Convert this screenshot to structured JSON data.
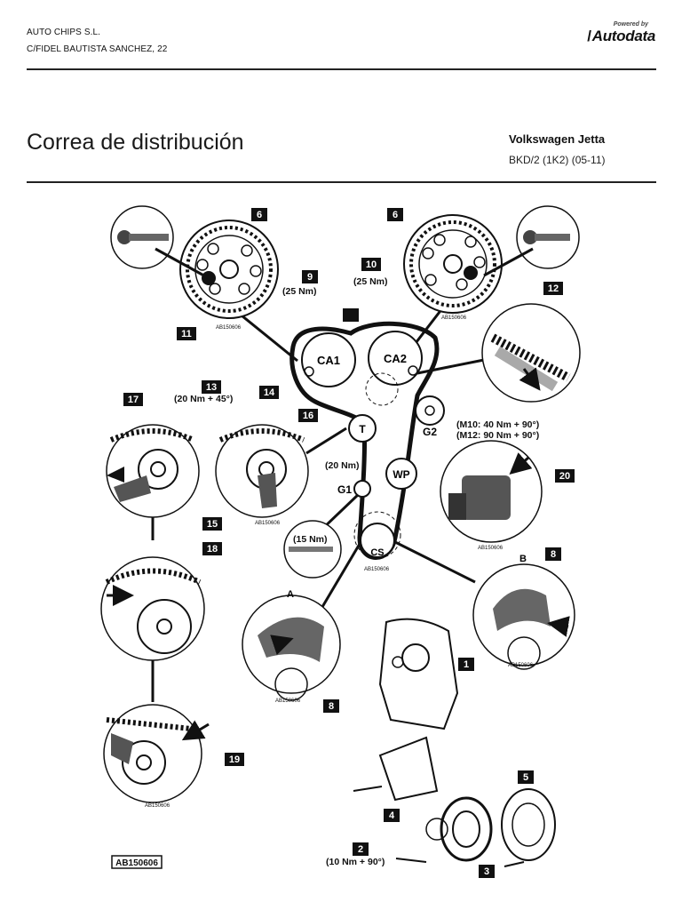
{
  "header": {
    "company_name": "AUTO CHIPS S.L.",
    "company_address": "C/FIDEL BAUTISTA SANCHEZ, 22",
    "powered_by": "Powered by",
    "brand": "Autodata"
  },
  "document": {
    "title": "Correa de distribución",
    "vehicle_model": "Volkswagen Jetta",
    "engine_code": "BKD/2 (1K2) (05-11)"
  },
  "diagram": {
    "ref_code": "AB150606",
    "ref_small": "AB150606",
    "labels": {
      "ca1": "CA1",
      "ca2": "CA2",
      "t": "T",
      "g1": "G1",
      "g2": "G2",
      "wp": "WP",
      "cs": "CS",
      "a": "A",
      "b": "B"
    },
    "callouts": {
      "n1": "1",
      "n2": "2",
      "n3": "3",
      "n4": "4",
      "n5": "5",
      "n6a": "6",
      "n6b": "6",
      "n8a": "8",
      "n8b": "8",
      "n9": "9",
      "n10": "10",
      "n11": "11",
      "n12": "12",
      "n13": "13",
      "n14": "14",
      "n15": "15",
      "n16": "16",
      "n17": "17",
      "n18": "18",
      "n19": "19",
      "n20": "20"
    },
    "torques": {
      "t9": "(25 Nm)",
      "t10": "(25 Nm)",
      "t13": "(20 Nm + 45°)",
      "tG1": "(20 Nm)",
      "tG1b": "(15 Nm)",
      "tG2a": "(M10: 40 Nm + 90°)",
      "tG2b": "(M12: 90 Nm + 90°)",
      "t2": "(10 Nm + 90°)"
    }
  }
}
